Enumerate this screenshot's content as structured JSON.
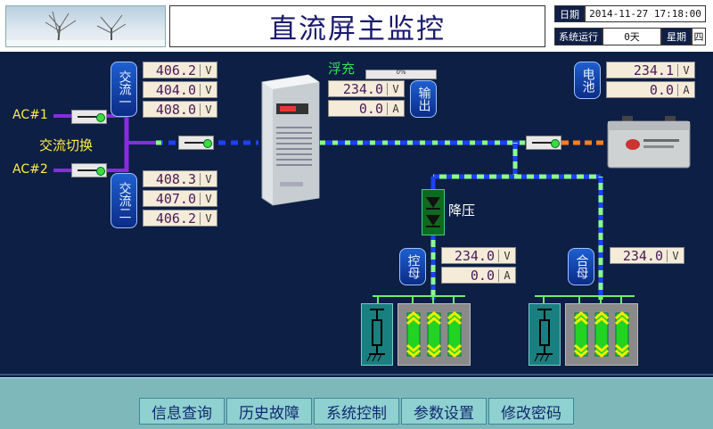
{
  "header": {
    "title": "直流屏主监控",
    "date_label": "日期",
    "date_value": "2014-11-27  17:18:00",
    "run_label": "系统运行",
    "run_value": "0天",
    "weekday_label": "星期",
    "weekday_value": "四"
  },
  "ac": {
    "ac1_label": "AC#1",
    "ac2_label": "AC#2",
    "switch_label": "交流切换",
    "line1_label": "交流一",
    "line2_label": "交流二",
    "line1_values": [
      {
        "value": "406.2",
        "unit": "V"
      },
      {
        "value": "404.0",
        "unit": "V"
      },
      {
        "value": "408.0",
        "unit": "V"
      }
    ],
    "line2_values": [
      {
        "value": "408.3",
        "unit": "V"
      },
      {
        "value": "407.0",
        "unit": "V"
      },
      {
        "value": "406.2",
        "unit": "V"
      }
    ]
  },
  "output": {
    "mode_label": "浮充",
    "progress_text": "0%",
    "progress_fraction": 0,
    "label": "输出",
    "voltage": "234.0",
    "voltage_unit": "V",
    "current": "0.0",
    "current_unit": "A"
  },
  "battery": {
    "label": "电池",
    "voltage": "234.1",
    "voltage_unit": "V",
    "current": "0.0",
    "current_unit": "A"
  },
  "step_down": {
    "label": "降压"
  },
  "control_bus": {
    "label": "控母",
    "voltage": "234.0",
    "voltage_unit": "V",
    "current": "0.0",
    "current_unit": "A"
  },
  "closing_bus": {
    "label": "合母",
    "voltage": "234.0",
    "voltage_unit": "V"
  },
  "footer": {
    "buttons": [
      "信息查询",
      "历史故障",
      "系统控制",
      "参数设置",
      "修改密码"
    ]
  },
  "colors": {
    "background": "#0d1f45",
    "line_blue": "#1f3fff",
    "line_green": "#8aff8a",
    "line_purple": "#8a2be2",
    "line_orange": "#ff7f1a",
    "footer": "#7fb8ba"
  }
}
